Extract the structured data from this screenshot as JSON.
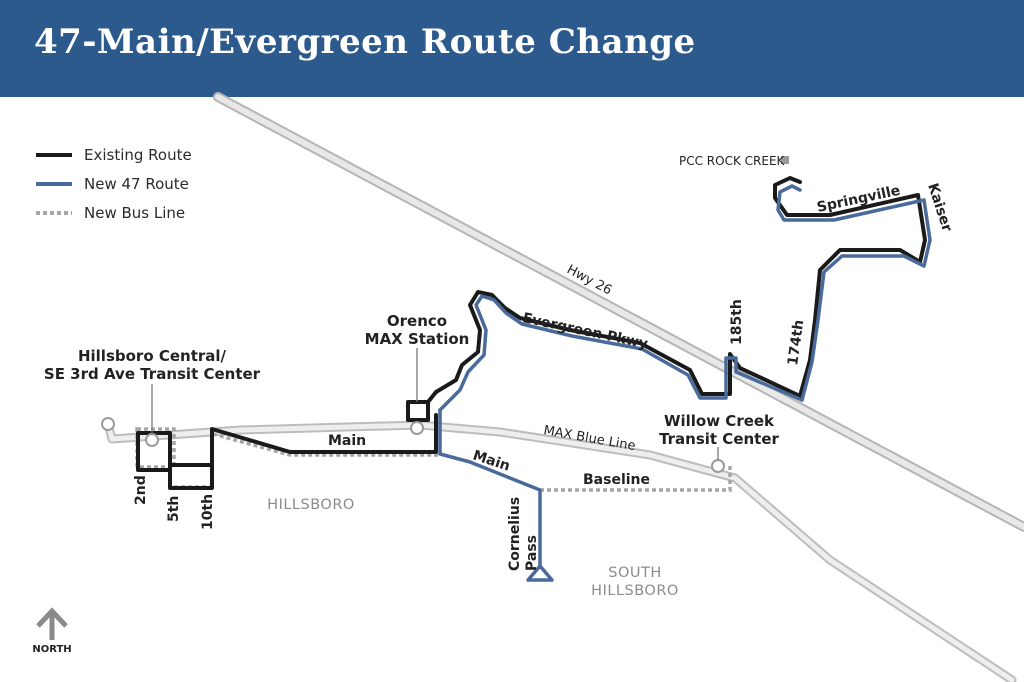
{
  "title": "47-Main/Evergreen Route Change",
  "colors": {
    "header": "#2d5a8c",
    "existing_route": "#1a1a1a",
    "new_route": "#4a6a9b",
    "new_bus_line": "#a6a6a6",
    "highway": "#d0d0d0"
  },
  "legend": {
    "existing": "Existing Route",
    "new47": "New 47 Route",
    "newbus": "New Bus Line"
  },
  "places": {
    "pcc": "PCC ROCK CREEK",
    "orenco_1": "Orenco",
    "orenco_2": "MAX Station",
    "hillsboro_central_1": "Hillsboro Central/",
    "hillsboro_central_2": "SE 3rd Ave Transit Center",
    "willow_1": "Willow Creek",
    "willow_2": "Transit Center",
    "hillsboro": "HILLSBORO",
    "south_hillsboro_1": "SOUTH",
    "south_hillsboro_2": "HILLSBORO"
  },
  "streets": {
    "hwy26": "Hwy 26",
    "springville": "Springville",
    "kaiser": "Kaiser",
    "evergreen": "Evergreen Pkwy",
    "s185th": "185th",
    "s174th": "174th",
    "main1": "Main",
    "main2": "Main",
    "max_blue": "MAX Blue Line",
    "baseline": "Baseline",
    "cornelius_1": "Cornelius",
    "cornelius_2": "Pass",
    "s2nd": "2nd",
    "s5th": "5th",
    "s10th": "10th"
  },
  "north": "NORTH"
}
